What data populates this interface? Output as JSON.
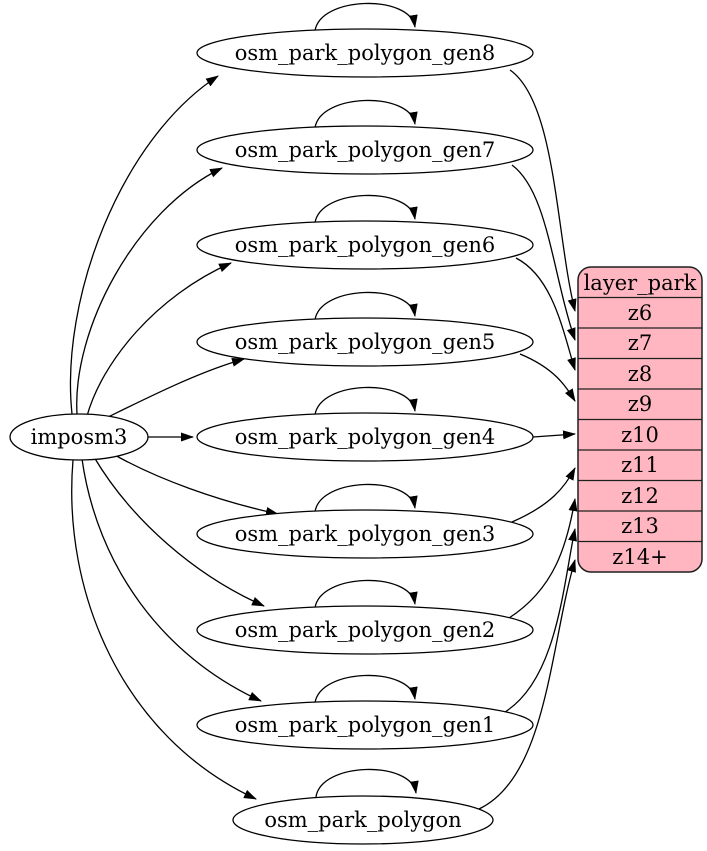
{
  "diagram": {
    "kind": "graphviz-dependency-graph",
    "source": {
      "label": "imposm3"
    },
    "tables": [
      {
        "id": "gen8",
        "label": "osm_park_polygon_gen8",
        "from": "imposm3",
        "self_loop": true,
        "zoom_target": "z6"
      },
      {
        "id": "gen7",
        "label": "osm_park_polygon_gen7",
        "from": "imposm3",
        "self_loop": true,
        "zoom_target": "z7"
      },
      {
        "id": "gen6",
        "label": "osm_park_polygon_gen6",
        "from": "imposm3",
        "self_loop": true,
        "zoom_target": "z8"
      },
      {
        "id": "gen5",
        "label": "osm_park_polygon_gen5",
        "from": "imposm3",
        "self_loop": true,
        "zoom_target": "z9"
      },
      {
        "id": "gen4",
        "label": "osm_park_polygon_gen4",
        "from": "imposm3",
        "self_loop": true,
        "zoom_target": "z10"
      },
      {
        "id": "gen3",
        "label": "osm_park_polygon_gen3",
        "from": "imposm3",
        "self_loop": true,
        "zoom_target": "z11"
      },
      {
        "id": "gen2",
        "label": "osm_park_polygon_gen2",
        "from": "imposm3",
        "self_loop": true,
        "zoom_target": "z12"
      },
      {
        "id": "gen1",
        "label": "osm_park_polygon_gen1",
        "from": "imposm3",
        "self_loop": true,
        "zoom_target": "z13"
      },
      {
        "id": "base",
        "label": "osm_park_polygon",
        "from": "imposm3",
        "self_loop": true,
        "zoom_target": "z14+"
      }
    ],
    "layer": {
      "title": "layer_park",
      "rows": [
        "z6",
        "z7",
        "z8",
        "z9",
        "z10",
        "z11",
        "z12",
        "z13",
        "z14+"
      ]
    },
    "colors": {
      "layer_fill": "#ffb6c1",
      "node_fill": "#ffffff",
      "edge": "#000000",
      "background": "#ffffff"
    }
  }
}
